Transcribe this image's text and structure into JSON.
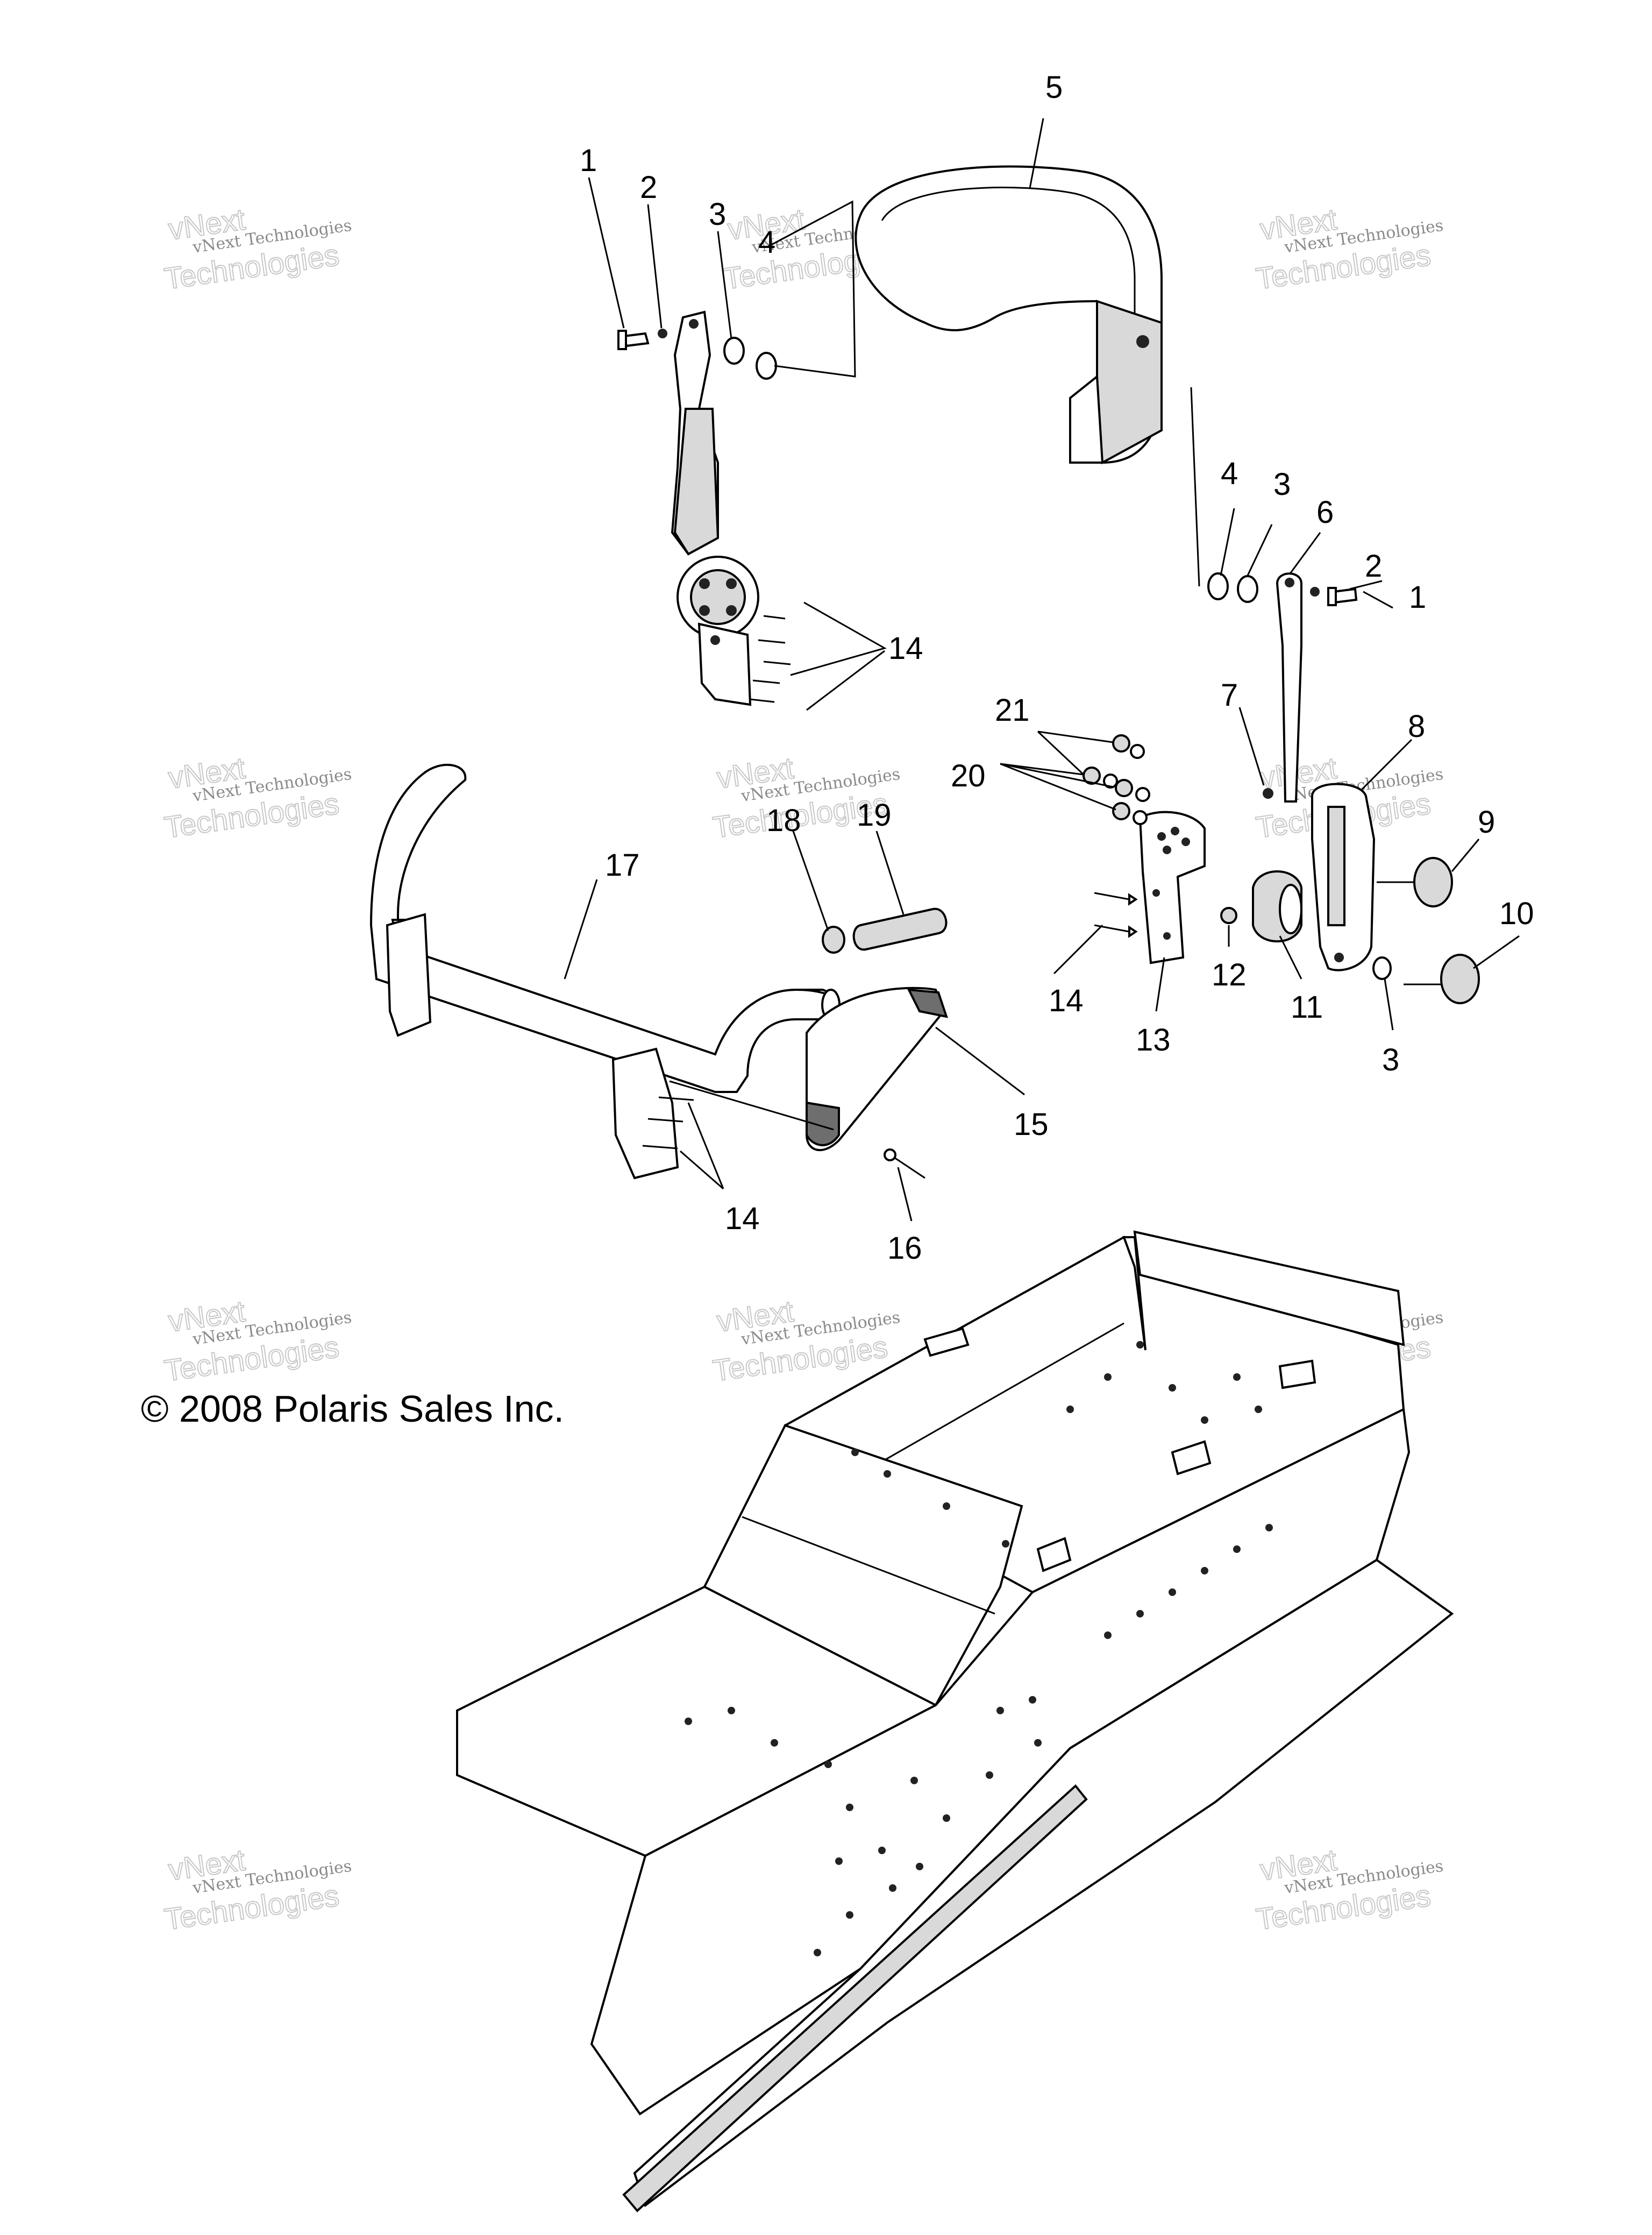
{
  "copyright": "© 2008 Polaris Sales Inc.",
  "watermark": {
    "small": "vNext Technologies",
    "large": "Technologies",
    "top": "vNext"
  },
  "callouts": {
    "c1a": "1",
    "c2a": "2",
    "c3a": "3",
    "c4a": "4",
    "c5": "5",
    "c14a": "14",
    "c4b": "4",
    "c3b": "3",
    "c6": "6",
    "c2b": "2",
    "c1b": "1",
    "c7": "7",
    "c8": "8",
    "c9": "9",
    "c10": "10",
    "c21": "21",
    "c20": "20",
    "c18": "18",
    "c19": "19",
    "c17": "17",
    "c14b": "14",
    "c13": "13",
    "c12": "12",
    "c11": "11",
    "c3c": "3",
    "c15": "15",
    "c14c": "14",
    "c16": "16"
  },
  "colors": {
    "line": "#000000",
    "shade": "#d9d9d9",
    "dark": "#6e6e6e",
    "watermark": "#8a8a8a"
  }
}
